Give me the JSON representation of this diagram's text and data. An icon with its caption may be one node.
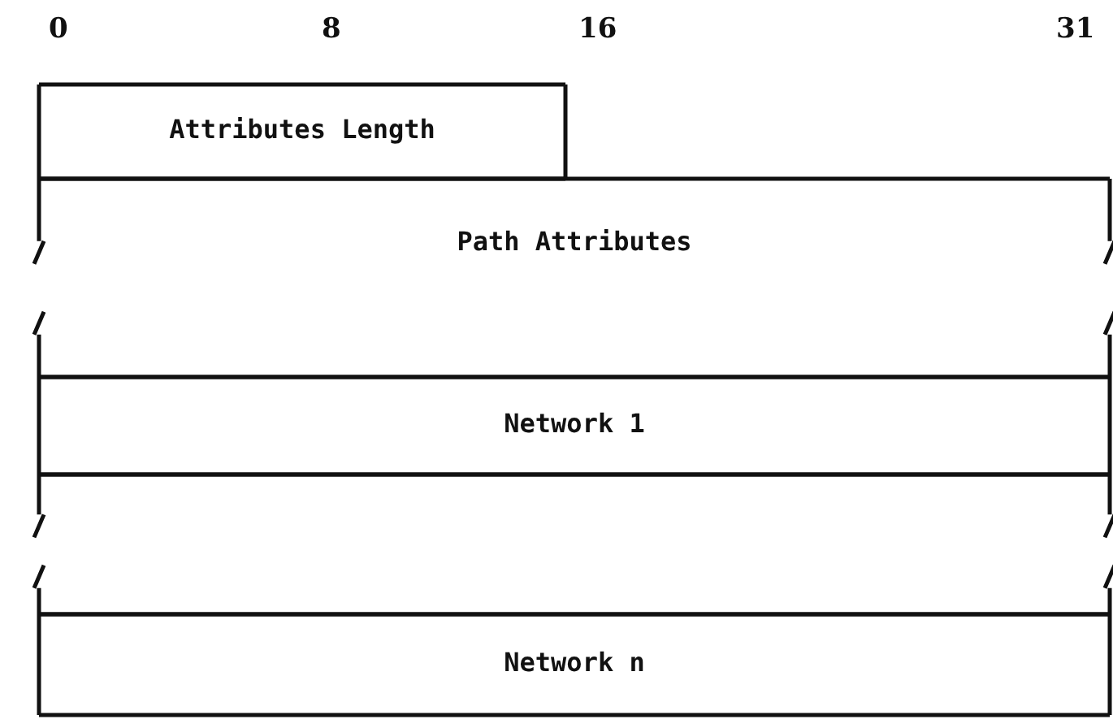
{
  "diagram": {
    "nodes": [
      {
        "text": [
          "Attributes Length"
        ]
      },
      {
        "text": [
          "Path Attributes"
        ]
      },
      {
        "text": [
          "Network 1"
        ]
      },
      {
        "text": [],
        "shape": "box"
      },
      {
        "text": [
          "Network n"
        ]
      }
    ],
    "edges": [],
    "labels": [
      "0",
      "8",
      "16",
      "31"
    ]
  }
}
